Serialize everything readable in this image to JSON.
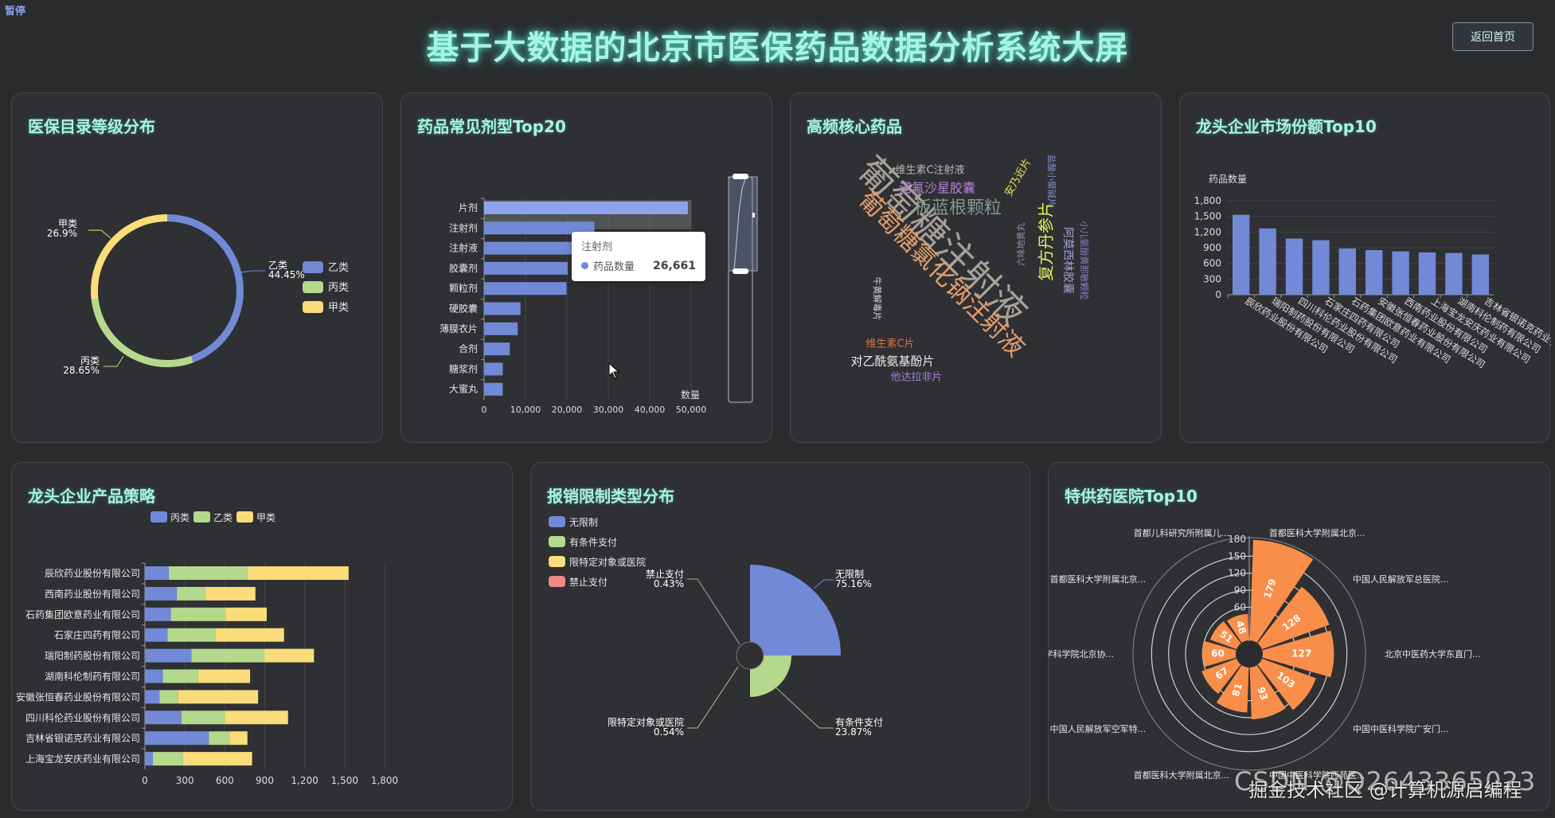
{
  "pause_label": "暂停",
  "header": {
    "title": "基于大数据的北京市医保药品数据分析系统大屏",
    "home_button": "返回首页"
  },
  "colors": {
    "blue": "#7189d6",
    "green": "#b5d98c",
    "yellow": "#fadd7a",
    "red": "#f08a84",
    "orange": "#f98e4a",
    "title": "#a8f3e2"
  },
  "panels": {
    "grade": {
      "title": "医保目录等级分布"
    },
    "dosage": {
      "title": "药品常见剂型Top20"
    },
    "core": {
      "title": "高频核心药品"
    },
    "market": {
      "title": "龙头企业市场份额Top10"
    },
    "strategy": {
      "title": "龙头企业产品策略"
    },
    "restrict": {
      "title": "报销限制类型分布"
    },
    "hospital": {
      "title": "特供药医院Top10"
    }
  },
  "tooltip": {
    "title": "注射剂",
    "series": "药品数量",
    "value": "26,661"
  },
  "wordcloud": {
    "words": [
      {
        "text": "葡萄糖注射液",
        "color": "#a8a197",
        "size": 46,
        "rotate": 45
      },
      {
        "text": "葡萄糖氯化钠注射液",
        "color": "#e49d6d",
        "size": 31,
        "rotate": 45
      },
      {
        "text": "维生素C注射液",
        "color": "#b9b9b9",
        "size": 13
      },
      {
        "text": "诺氟沙星胶囊",
        "color": "#b380d9",
        "size": 16
      },
      {
        "text": "板蓝根颗粒",
        "color": "#7f9990",
        "size": 22
      },
      {
        "text": "安乃近片",
        "color": "#f2e75a",
        "size": 13,
        "rotate": -60
      },
      {
        "text": "盐酸小檗碱片",
        "color": "#7f8fd0",
        "size": 11,
        "rotate": 90
      },
      {
        "text": "六味地黄丸",
        "color": "#8d8fa8",
        "size": 11,
        "rotate": -90
      },
      {
        "text": "复方丹参片",
        "color": "#e4ef5a",
        "size": 20,
        "rotate": -90
      },
      {
        "text": "阿莫西林胶囊",
        "color": "#a3a0d4",
        "size": 14,
        "rotate": 90
      },
      {
        "text": "小儿氨酚黄那敏颗粒",
        "color": "#8b7fd0",
        "size": 11,
        "rotate": 90
      },
      {
        "text": "牛黄解毒片",
        "color": "#d8d8d8",
        "size": 11,
        "rotate": 90
      },
      {
        "text": "维生素C片",
        "color": "#e0714a",
        "size": 13
      },
      {
        "text": "对乙酰氨基酚片",
        "color": "#ececec",
        "size": 15
      },
      {
        "text": "他达拉非片",
        "color": "#a77ddf",
        "size": 13
      }
    ]
  },
  "chart_data": [
    {
      "id": "grade",
      "type": "pie",
      "title": "医保目录等级分布",
      "legend": [
        "乙类",
        "丙类",
        "甲类"
      ],
      "legend_position": "right",
      "series": [
        {
          "name": "乙类",
          "value": 44.45,
          "label": "44.45%"
        },
        {
          "name": "丙类",
          "value": 28.65,
          "label": "28.65%"
        },
        {
          "name": "甲类",
          "value": 26.9,
          "label": "26.9%"
        }
      ]
    },
    {
      "id": "dosage",
      "type": "bar",
      "orientation": "horizontal",
      "title": "药品常见剂型Top20",
      "xlabel": "数量",
      "categories": [
        "片剂",
        "注射剂",
        "注射液",
        "胶囊剂",
        "颗粒剂",
        "硬胶囊",
        "薄膜衣片",
        "合剂",
        "糖浆剂",
        "大蜜丸"
      ],
      "values": [
        49200,
        26661,
        21600,
        20200,
        19900,
        8800,
        8100,
        6200,
        4500,
        4500
      ],
      "xticks": [
        "0",
        "10,000",
        "20,000",
        "30,000",
        "40,000",
        "50,000"
      ],
      "xlim": [
        0,
        50000
      ],
      "series_name": "药品数量"
    },
    {
      "id": "market",
      "type": "bar",
      "title": "龙头企业市场份额Top10",
      "ylabel": "药品数量",
      "yticks": [
        "0",
        "300",
        "600",
        "900",
        "1,200",
        "1,500",
        "1,800"
      ],
      "ylim": [
        0,
        1800
      ],
      "categories": [
        "辰欣药业股份有限公司",
        "瑞阳制药股份有限公司",
        "四川科伦药业股份有限公司",
        "石家庄四药有限公司",
        "石药集团欧意药业有限公司",
        "安徽张恒春药业股份有限公司",
        "西南药业股份有限公司",
        "上海宝龙安庆药业有限公司",
        "湖南科伦制药有限公司",
        "吉林省银诺克药业有限公司"
      ],
      "values": [
        1530,
        1270,
        1075,
        1045,
        885,
        855,
        830,
        810,
        800,
        770
      ]
    },
    {
      "id": "strategy",
      "type": "bar",
      "stacked": true,
      "orientation": "horizontal",
      "title": "龙头企业产品策略",
      "legend": [
        "丙类",
        "乙类",
        "甲类"
      ],
      "xticks": [
        "0",
        "300",
        "600",
        "900",
        "1,200",
        "1,500",
        "1,800"
      ],
      "xlim": [
        0,
        1800
      ],
      "categories": [
        "辰欣药业股份有限公司",
        "西南药业股份有限公司",
        "石药集团欧意药业有限公司",
        "石家庄四药有限公司",
        "瑞阳制药股份有限公司",
        "湖南科伦制药有限公司",
        "安徽张恒春药业股份有限公司",
        "四川科伦药业股份有限公司",
        "吉林省银诺克药业有限公司",
        "上海宝龙安庆药业有限公司"
      ],
      "series": [
        {
          "name": "丙类",
          "values": [
            180,
            240,
            195,
            170,
            350,
            135,
            110,
            275,
            480,
            60
          ]
        },
        {
          "name": "乙类",
          "values": [
            590,
            215,
            415,
            360,
            550,
            265,
            140,
            325,
            160,
            225
          ]
        },
        {
          "name": "甲类",
          "values": [
            760,
            375,
            305,
            515,
            370,
            390,
            600,
            475,
            130,
            520
          ]
        }
      ]
    },
    {
      "id": "restrict",
      "type": "pie",
      "rose": true,
      "title": "报销限制类型分布",
      "legend": [
        "无限制",
        "有条件支付",
        "限特定对象或医院",
        "禁止支付"
      ],
      "legend_position": "left",
      "series": [
        {
          "name": "无限制",
          "value": 75.16,
          "label": "75.16%"
        },
        {
          "name": "有条件支付",
          "value": 23.87,
          "label": "23.87%"
        },
        {
          "name": "限特定对象或医院",
          "value": 0.54,
          "label": "0.54%"
        },
        {
          "name": "禁止支付",
          "value": 0.43,
          "label": "0.43%"
        }
      ]
    },
    {
      "id": "hospital",
      "type": "bar",
      "polar": true,
      "title": "特供药医院Top10",
      "rticks": [
        "60",
        "90",
        "120",
        "150",
        "180"
      ],
      "rlim": [
        0,
        180
      ],
      "categories": [
        "首都医科大学附属北京...",
        "中国人民解放军总医院...",
        "北京中医药大学东直门...",
        "中国中医科学院广安门...",
        "中国中医科学院西苑医...",
        "首都医科大学附属北京...",
        "中国人民解放军空军特...",
        "中国医学科学院北京协...",
        "首都医科大学附属北京...",
        "首都儿科研究所附属儿..."
      ],
      "values": [
        179,
        128,
        127,
        103,
        93,
        81,
        67,
        60,
        51,
        48
      ]
    }
  ],
  "watermark": {
    "line1": "CSDN @Q2643365023",
    "line2": "掘金技术社区 @计算机源启编程"
  }
}
